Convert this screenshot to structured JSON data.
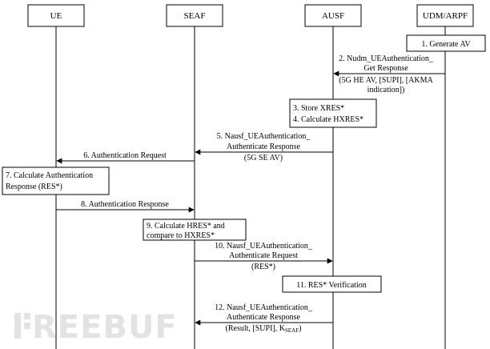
{
  "participants": {
    "ue": "UE",
    "seaf": "SEAF",
    "ausf": "AUSF",
    "udm": "UDM/ARPF"
  },
  "steps": {
    "s1": "1. Generate AV",
    "s2": [
      "2. Nudm_UEAuthentication_",
      "Get Response",
      "(5G HE AV, [SUPI], [AKMA",
      "indication])"
    ],
    "s3": [
      "3. Store XRES*",
      "4. Calculate HXRES*"
    ],
    "s5": [
      "5. Nausf_UEAuthentication_",
      "Authenticate Response",
      "(5G SE AV)"
    ],
    "s6": "6. Authentication Request",
    "s7": [
      "7. Calculate Authentication",
      "Response (RES*)"
    ],
    "s8": "8. Authentication Response",
    "s9": [
      "9. Calculate HRES* and",
      "compare to HXRES*"
    ],
    "s10": [
      "10. Nausf_UEAuthentication_",
      "Authenticate Request",
      "(RES*)"
    ],
    "s11": "11. RES* Verification",
    "s12": [
      "12. Nausf_UEAuthentication_",
      "Authenticate Response"
    ],
    "s12_params": "(Result, [SUPI], K",
    "s12_sub": "SEAF",
    "s12_close": ")"
  },
  "watermark": "REEBUF"
}
